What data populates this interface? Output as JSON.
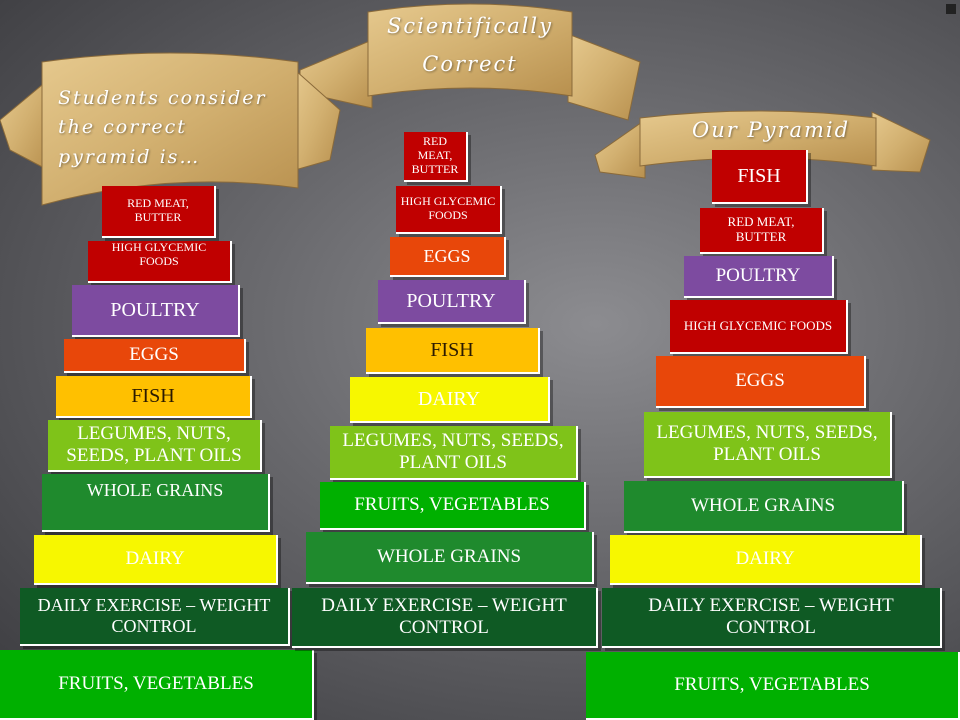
{
  "banners": {
    "left": "Students consider the correct pyramid is…",
    "middle_line1": "Scientifically",
    "middle_line2": "Correct",
    "right": "Our Pyramid"
  },
  "left_pyramid": [
    "RED MEAT, BUTTER",
    "HIGH GLYCEMIC FOODS",
    "POULTRY",
    "EGGS",
    "FISH",
    "LEGUMES, NUTS, SEEDS, PLANT OILS",
    "WHOLE GRAINS",
    "DAIRY",
    "DAILY EXERCISE – WEIGHT CONTROL",
    "FRUITS, VEGETABLES"
  ],
  "middle_pyramid": [
    "RED MEAT, BUTTER",
    "HIGH GLYCEMIC FOODS",
    "EGGS",
    "POULTRY",
    "FISH",
    "DAIRY",
    "LEGUMES, NUTS, SEEDS, PLANT OILS",
    "FRUITS, VEGETABLES",
    "WHOLE GRAINS",
    "DAILY EXERCISE – WEIGHT CONTROL"
  ],
  "right_pyramid": [
    "FISH",
    "RED MEAT, BUTTER",
    "POULTRY",
    "HIGH GLYCEMIC FOODS",
    "EGGS",
    "LEGUMES, NUTS, SEEDS, PLANT OILS",
    "WHOLE GRAINS",
    "DAIRY",
    "DAILY EXERCISE – WEIGHT CONTROL",
    "FRUITS, VEGETABLES"
  ]
}
